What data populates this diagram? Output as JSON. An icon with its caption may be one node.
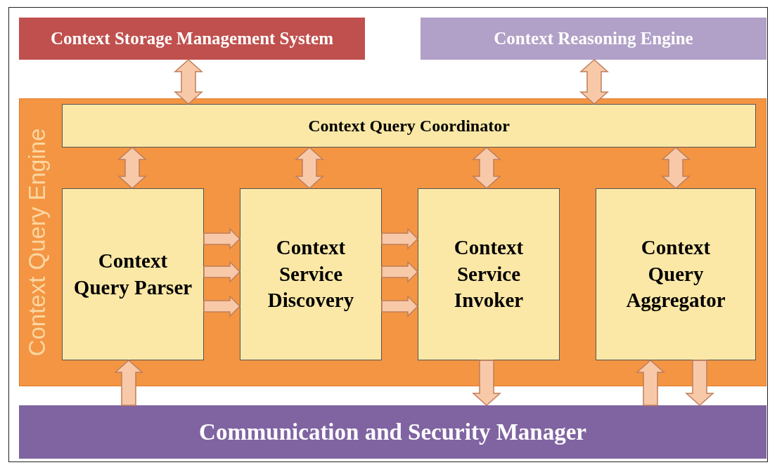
{
  "diagram": {
    "nodes": [
      {
        "text": [
          "Context Storage Management System"
        ]
      },
      {
        "text": [
          "Context Reasoning Engine"
        ]
      },
      {
        "text": [
          "Context Query Engine"
        ]
      },
      {
        "text": [
          "Context Query Coordinator"
        ],
        "in": 2
      },
      {
        "text": [
          "Context Query Parser"
        ],
        "in": 2
      },
      {
        "text": [
          "Context Service Discovery"
        ],
        "in": 2
      },
      {
        "text": [
          "Context Service Invoker"
        ],
        "in": 2
      },
      {
        "text": [
          "Context Query Aggregator"
        ],
        "in": 2
      },
      {
        "text": [
          "Communication and Security Manager"
        ]
      }
    ],
    "edges": [
      {
        "from": 0,
        "to": 3,
        "arrow": "both"
      },
      {
        "from": 1,
        "to": 3,
        "arrow": "both"
      },
      {
        "from": 3,
        "to": 4,
        "arrow": "both"
      },
      {
        "from": 3,
        "to": 5,
        "arrow": "both"
      },
      {
        "from": 3,
        "to": 6,
        "arrow": "both"
      },
      {
        "from": 3,
        "to": 7,
        "arrow": "both"
      },
      {
        "from": 4,
        "to": 5,
        "arrow": "to"
      },
      {
        "from": 4,
        "to": 5,
        "arrow": "to"
      },
      {
        "from": 4,
        "to": 5,
        "arrow": "to"
      },
      {
        "from": 5,
        "to": 6,
        "arrow": "to"
      },
      {
        "from": 5,
        "to": 6,
        "arrow": "to"
      },
      {
        "from": 5,
        "to": 6,
        "arrow": "to"
      },
      {
        "from": 8,
        "to": 4,
        "arrow": "to"
      },
      {
        "from": 6,
        "to": 8,
        "arrow": "to"
      },
      {
        "from": 8,
        "to": 7,
        "arrow": "to"
      },
      {
        "from": 7,
        "to": 8,
        "arrow": "to"
      }
    ]
  }
}
